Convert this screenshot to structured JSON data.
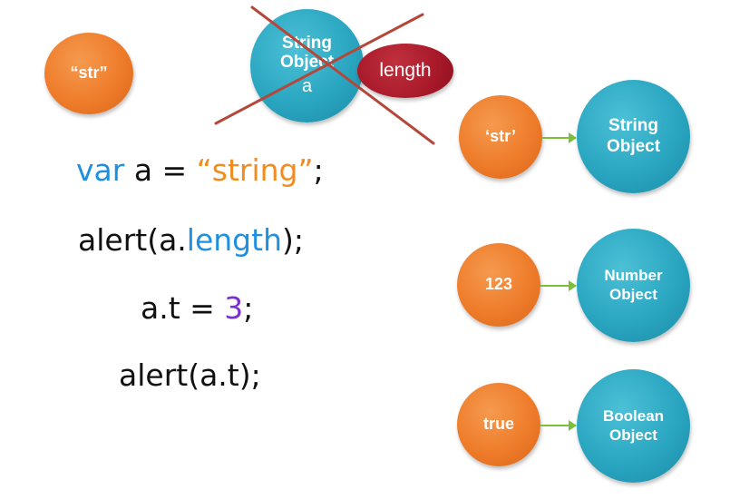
{
  "top": {
    "literal": "“str”",
    "wrapper_object": {
      "title": "String\nObject",
      "variable": "a",
      "property": "length"
    }
  },
  "code": {
    "line1": {
      "keyword": "var",
      "rest": " a = ",
      "string": "“string”",
      "end": ";"
    },
    "line2": {
      "start": "alert(a.",
      "prop": "length",
      "end": ");"
    },
    "line3": {
      "start": "a.t = ",
      "number": "3",
      "end": ";"
    },
    "line4": {
      "text": "alert(a.t);"
    }
  },
  "mappings": [
    {
      "primitive": "‘str’",
      "object": "String\nObject"
    },
    {
      "primitive": "123",
      "object": "Number\nObject"
    },
    {
      "primitive": "true",
      "object": "Boolean\nObject"
    }
  ],
  "colors": {
    "primitive_circle": "#ee7c2a",
    "object_circle": "#2aa6c1",
    "property_ellipse": "#a8192a",
    "cross_lines": "#b5473a",
    "arrow": "#7cbf3a",
    "keyword": "#1f8fe0",
    "string_literal": "#f08d20",
    "number_literal": "#7a2fd0"
  }
}
